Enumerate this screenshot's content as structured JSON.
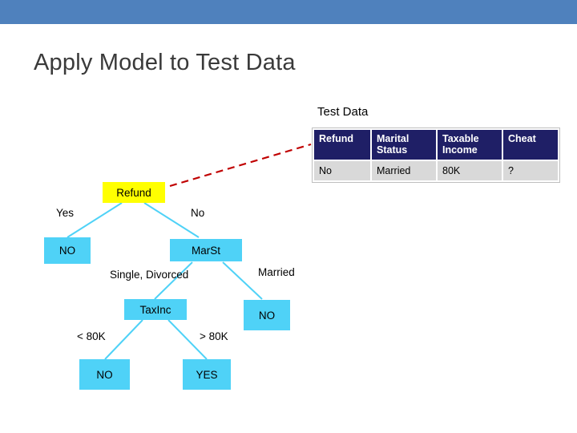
{
  "slide": {
    "title": "Apply Model to Test Data",
    "test_data_label": "Test Data",
    "accent_band_color": "#4f81bd",
    "arrow_color": "#c00000"
  },
  "table": {
    "headers": [
      "Refund",
      "Marital\nStatus",
      "Taxable\nIncome",
      "Cheat"
    ],
    "header_lines": [
      [
        "Refund"
      ],
      [
        "Marital",
        "Status"
      ],
      [
        "Taxable",
        "Income"
      ],
      [
        "Cheat"
      ]
    ],
    "rows": [
      [
        "No",
        "Married",
        "80K",
        "?"
      ]
    ],
    "header_bg": "#1f1f66",
    "header_fg": "#ffffff",
    "cell_bg": "#d9d9d9"
  },
  "tree": {
    "nodes": [
      {
        "id": "refund",
        "label": "Refund",
        "type": "decision",
        "color": "#ffff00"
      },
      {
        "id": "no1",
        "label": "NO",
        "type": "leaf",
        "color": "#4fd2f7"
      },
      {
        "id": "marst",
        "label": "MarSt",
        "type": "decision",
        "color": "#4fd2f7"
      },
      {
        "id": "taxinc",
        "label": "TaxInc",
        "type": "decision",
        "color": "#4fd2f7"
      },
      {
        "id": "no2",
        "label": "NO",
        "type": "leaf",
        "color": "#4fd2f7"
      },
      {
        "id": "no3",
        "label": "NO",
        "type": "leaf",
        "color": "#4fd2f7"
      },
      {
        "id": "yes1",
        "label": "YES",
        "type": "leaf",
        "color": "#4fd2f7"
      }
    ],
    "edge_labels": [
      {
        "id": "e-yes",
        "label": "Yes"
      },
      {
        "id": "e-no",
        "label": "No"
      },
      {
        "id": "e-single",
        "label": "Single, Divorced"
      },
      {
        "id": "e-married",
        "label": "Married"
      },
      {
        "id": "e-lt80k",
        "label": "< 80K"
      },
      {
        "id": "e-gt80k",
        "label": "> 80K"
      }
    ]
  }
}
